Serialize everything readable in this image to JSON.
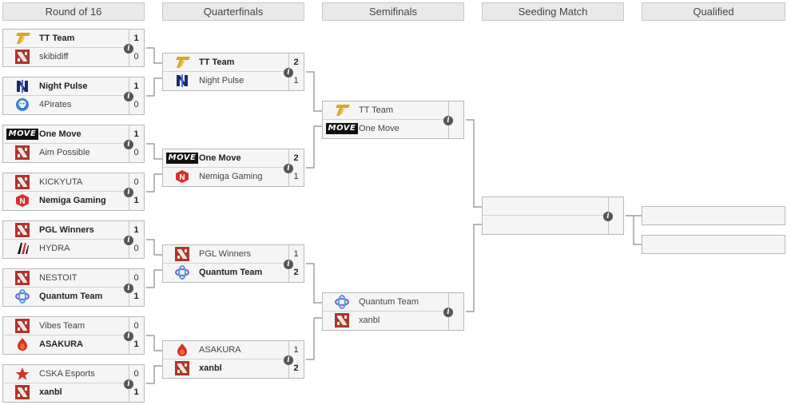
{
  "rounds": [
    "Round of 16",
    "Quarterfinals",
    "Semifinals",
    "Seeding Match",
    "Qualified"
  ],
  "round_of_16": [
    {
      "top": {
        "name": "TT Team",
        "score": "1",
        "win": true,
        "logo": "tt-logo"
      },
      "bottom": {
        "name": "skibidiff",
        "score": "0",
        "win": false,
        "logo": "dota-logo"
      }
    },
    {
      "top": {
        "name": "Night Pulse",
        "score": "1",
        "win": true,
        "logo": "nightpulse-logo"
      },
      "bottom": {
        "name": "4Pirates",
        "score": "0",
        "win": false,
        "logo": "pirates-logo"
      }
    },
    {
      "top": {
        "name": "One Move",
        "score": "1",
        "win": true,
        "logo": "move-logo"
      },
      "bottom": {
        "name": "Aim Possible",
        "score": "0",
        "win": false,
        "logo": "dota-logo"
      }
    },
    {
      "top": {
        "name": "KICKYUTA",
        "score": "0",
        "win": false,
        "logo": "dota-logo"
      },
      "bottom": {
        "name": "Nemiga Gaming",
        "score": "1",
        "win": true,
        "logo": "nemiga-logo"
      }
    },
    {
      "top": {
        "name": "PGL Winners",
        "score": "1",
        "win": true,
        "logo": "dota-logo"
      },
      "bottom": {
        "name": "HYDRA",
        "score": "0",
        "win": false,
        "logo": "hydra-logo"
      }
    },
    {
      "top": {
        "name": "NESTOIT",
        "score": "0",
        "win": false,
        "logo": "dota-logo"
      },
      "bottom": {
        "name": "Quantum Team",
        "score": "1",
        "win": true,
        "logo": "quantum-logo"
      }
    },
    {
      "top": {
        "name": "Vibes Team",
        "score": "0",
        "win": false,
        "logo": "dota-logo"
      },
      "bottom": {
        "name": "ASAKURA",
        "score": "1",
        "win": true,
        "logo": "asakura-logo"
      }
    },
    {
      "top": {
        "name": "CSKA Esports",
        "score": "0",
        "win": false,
        "logo": "cska-logo"
      },
      "bottom": {
        "name": "xanbl",
        "score": "1",
        "win": true,
        "logo": "dota-logo"
      }
    }
  ],
  "quarterfinals": [
    {
      "top": {
        "name": "TT Team",
        "score": "2",
        "win": true,
        "logo": "tt-logo"
      },
      "bottom": {
        "name": "Night Pulse",
        "score": "1",
        "win": false,
        "logo": "nightpulse-logo"
      }
    },
    {
      "top": {
        "name": "One Move",
        "score": "2",
        "win": true,
        "logo": "move-logo"
      },
      "bottom": {
        "name": "Nemiga Gaming",
        "score": "1",
        "win": false,
        "logo": "nemiga-logo"
      }
    },
    {
      "top": {
        "name": "PGL Winners",
        "score": "1",
        "win": false,
        "logo": "dota-logo"
      },
      "bottom": {
        "name": "Quantum Team",
        "score": "2",
        "win": true,
        "logo": "quantum-logo"
      }
    },
    {
      "top": {
        "name": "ASAKURA",
        "score": "1",
        "win": false,
        "logo": "asakura-logo"
      },
      "bottom": {
        "name": "xanbl",
        "score": "2",
        "win": true,
        "logo": "dota-logo"
      }
    }
  ],
  "semifinals": [
    {
      "top": {
        "name": "TT Team",
        "score": "",
        "win": false,
        "logo": "tt-logo"
      },
      "bottom": {
        "name": "One Move",
        "score": "",
        "win": false,
        "logo": "move-logo"
      }
    },
    {
      "top": {
        "name": "Quantum Team",
        "score": "",
        "win": false,
        "logo": "quantum-logo"
      },
      "bottom": {
        "name": "xanbl",
        "score": "",
        "win": false,
        "logo": "dota-logo"
      }
    }
  ],
  "seeding_match": [
    {
      "top": {
        "name": "",
        "score": "",
        "win": false,
        "logo": ""
      },
      "bottom": {
        "name": "",
        "score": "",
        "win": false,
        "logo": ""
      }
    }
  ],
  "qualified": [
    "",
    ""
  ],
  "move_logo_text": "MOVE",
  "info_glyph": "i",
  "colors": {
    "header_bg": "#e9e9e9",
    "match_bg": "#f5f5f5",
    "border": "#b8b8b8",
    "line": "#8a8a8a",
    "info": "#555555",
    "dota_red": "#b0342a",
    "tt_gold": "#d9a520",
    "nemiga_red": "#d6302a",
    "quantum_purple": "#7b5fd6",
    "pirates_blue": "#3a7fd0",
    "nightpulse_navy": "#1a2a6b"
  }
}
